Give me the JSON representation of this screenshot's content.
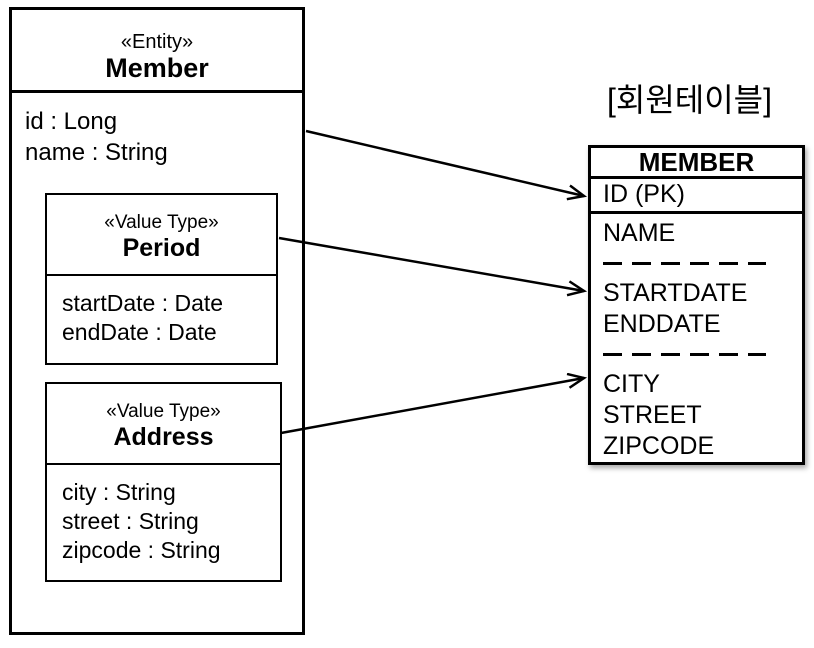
{
  "colors": {
    "stroke": "#000000",
    "background": "#ffffff"
  },
  "entity": {
    "stereotype": "«Entity»",
    "name": "Member",
    "attributes": [
      "id : Long",
      "name : String"
    ]
  },
  "value_types": [
    {
      "stereotype": "«Value Type»",
      "name": "Period",
      "attributes": [
        "startDate : Date",
        "endDate : Date"
      ]
    },
    {
      "stereotype": "«Value Type»",
      "name": "Address",
      "attributes": [
        "city : String",
        "street : String",
        "zipcode : String"
      ]
    }
  ],
  "table": {
    "title": "[회원테이블]",
    "name": "MEMBER",
    "pk_row": "ID (PK)",
    "groups": [
      [
        "NAME"
      ],
      [
        "STARTDATE",
        "ENDDATE"
      ],
      [
        "CITY",
        "STREET",
        "ZIPCODE"
      ]
    ]
  }
}
